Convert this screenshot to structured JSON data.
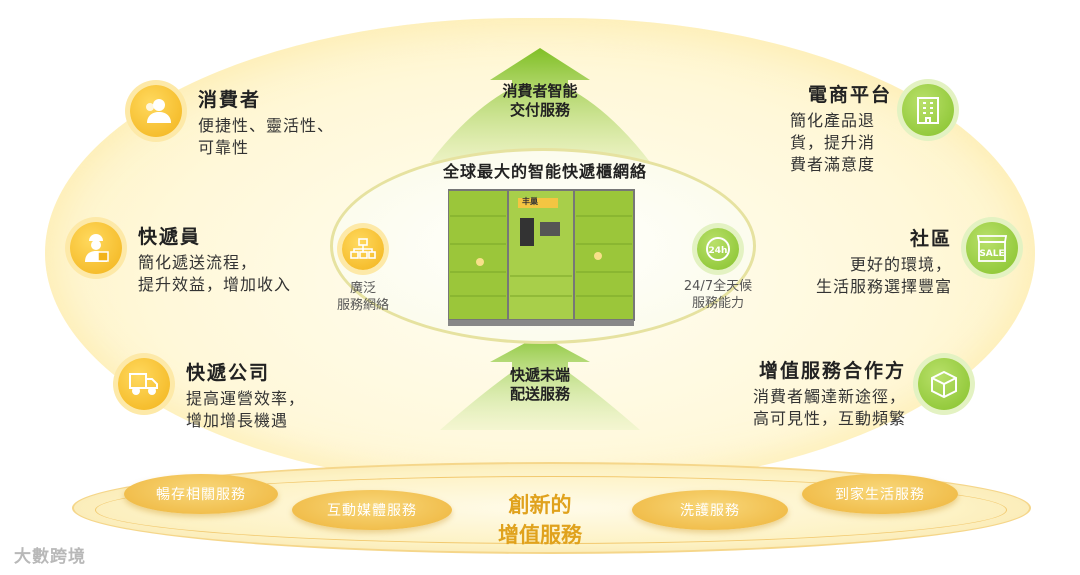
{
  "center": {
    "top_arrow_label": "消費者智能\n交付服務",
    "bottom_arrow_label": "快遞末端\n配送服務",
    "title": "全球最大的智能快遞櫃網絡",
    "left_feature": "廣泛\n服務網絡",
    "right_feature": "24/7全天候\n服務能力",
    "locker_brand": "丰巢"
  },
  "left": [
    {
      "title": "消費者",
      "desc": "便捷性、靈活性、\n可靠性",
      "icon": "person-icon"
    },
    {
      "title": "快遞員",
      "desc": "簡化遞送流程，\n提升效益，增加收入",
      "icon": "courier-icon"
    },
    {
      "title": "快遞公司",
      "desc": "提高運營效率，\n增加增長機遇",
      "icon": "truck-icon"
    }
  ],
  "right": [
    {
      "title": "電商平台",
      "desc": "簡化產品退\n貨，提升消\n費者滿意度",
      "icon": "building-icon"
    },
    {
      "title": "社區",
      "desc": "更好的環境，\n生活服務選擇豐富",
      "icon": "shop-sale-icon",
      "icon_text": "SALE"
    },
    {
      "title": "增值服務合作方",
      "desc": "消費者觸達新途徑，\n高可見性，互動頻繁",
      "icon": "box-icon"
    }
  ],
  "bottom": {
    "title": "創新的\n增值服務",
    "services": [
      "暢存相關服務",
      "互動媒體服務",
      "洗護服務",
      "到家生活服務"
    ]
  },
  "watermark": "大數跨境",
  "colors": {
    "yellow": "#f2b31b",
    "green": "#86c22c",
    "accent_text": "#e0a21d"
  }
}
